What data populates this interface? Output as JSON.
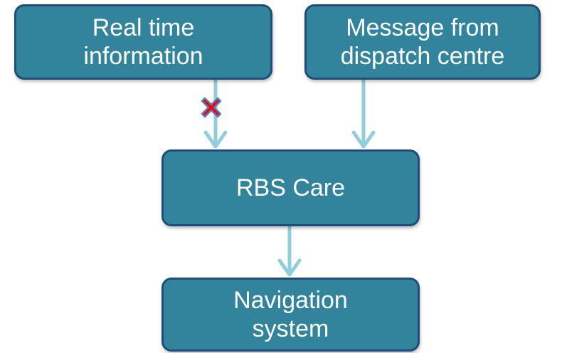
{
  "nodes": {
    "realtime": {
      "line1": "Real time",
      "line2": "information"
    },
    "message": {
      "line1": "Message from",
      "line2": "dispatch centre"
    },
    "rbs": {
      "line1": "RBS Care"
    },
    "navigation": {
      "line1": "Navigation",
      "line2": "system"
    }
  },
  "edges": [
    {
      "from": "realtime",
      "to": "rbs",
      "blocked": true
    },
    {
      "from": "message",
      "to": "rbs",
      "blocked": false
    },
    {
      "from": "rbs",
      "to": "navigation",
      "blocked": false
    }
  ],
  "colors": {
    "box_fill": "#31849b",
    "box_border": "#1f4e79",
    "box_text": "#ffffff",
    "arrow": "#92cddc",
    "cross_fill": "#ff0000",
    "cross_outline": "#4f81bd"
  }
}
